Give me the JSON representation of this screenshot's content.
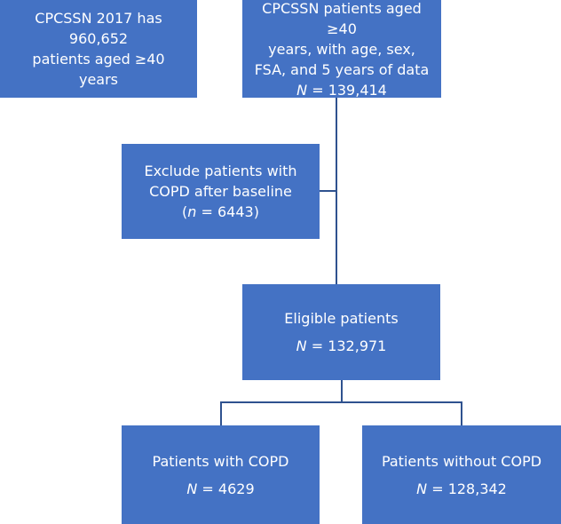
{
  "boxes": {
    "total": {
      "lines": [
        "CPCSSN 2017 has 960,652",
        "patients aged ≥40",
        "years"
      ]
    },
    "criteria": {
      "lines": [
        "CPCSSN patients aged ≥40",
        "years, with age, sex,",
        "FSA, and 5 years of data"
      ],
      "count_label": "N",
      "count_value": " = 139,414"
    },
    "exclude": {
      "lines": [
        "Exclude patients with",
        "COPD after baseline"
      ],
      "count_open": "(",
      "count_label": "n",
      "count_value": " = 6443)"
    },
    "eligible": {
      "lines": [
        "Eligible patients"
      ],
      "count_label": "N",
      "count_value": " = 132,971"
    },
    "with_copd": {
      "lines": [
        "Patients with COPD"
      ],
      "count_label": "N",
      "count_value": " = 4629"
    },
    "without_copd": {
      "lines": [
        "Patients without COPD"
      ],
      "count_label": "N",
      "count_value": " = 128,342"
    }
  },
  "colors": {
    "box_fill": "#4472c4",
    "connector": "#2f528f",
    "text": "#ffffff"
  }
}
